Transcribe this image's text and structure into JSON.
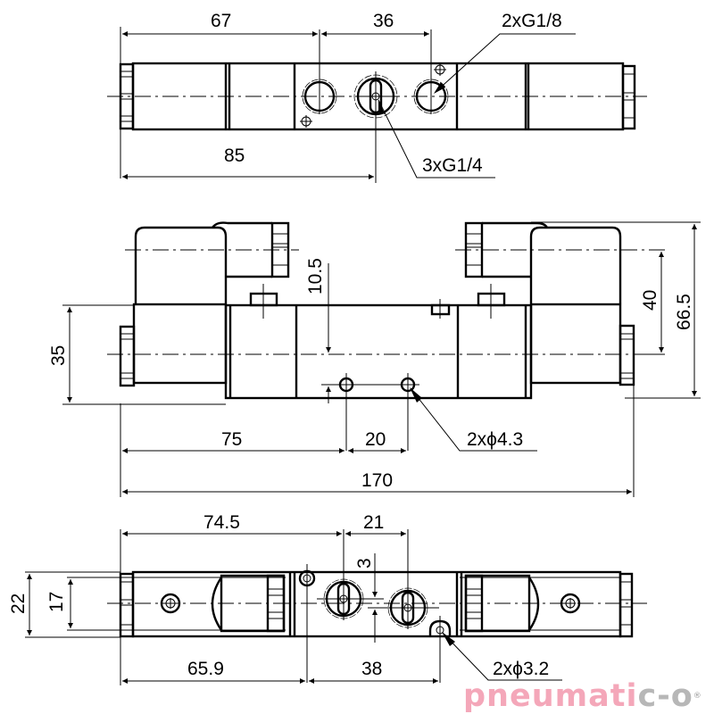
{
  "drawing": {
    "title": "Solenoid valve dimensional drawing",
    "views": {
      "top": {
        "dims": {
          "d67": "67",
          "d36": "36",
          "d85": "85"
        },
        "callouts": {
          "ports_small": "2xG1/8",
          "ports_main": "3xG1/4"
        }
      },
      "front": {
        "dims": {
          "d10_5": "10.5",
          "d35": "35",
          "d40": "40",
          "d66_5": "66.5",
          "d75": "75",
          "d20": "20",
          "d170": "170"
        },
        "callouts": {
          "mount_holes": "2xϕ4.3"
        }
      },
      "bottom": {
        "dims": {
          "d74_5": "74.5",
          "d21": "21",
          "d3": "3",
          "d22": "22",
          "d17": "17",
          "d65_9": "65.9",
          "d38": "38"
        },
        "callouts": {
          "mount_holes": "2xϕ3.2"
        }
      }
    }
  },
  "logo": {
    "text_main": "pneumati",
    "text_tail": "c-o",
    "registered": "®",
    "color": "#f4a7b9",
    "tail_color": "#b7b7b7"
  }
}
